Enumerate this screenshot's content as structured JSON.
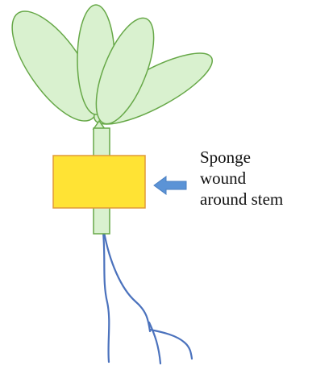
{
  "label": {
    "lines": [
      "Sponge",
      "wound",
      "around stem"
    ]
  },
  "colors": {
    "leaf_fill": "#d9f1cf",
    "leaf_stroke": "#67a848",
    "stem_fill": "#d9f1cf",
    "stem_stroke": "#67a848",
    "sponge_fill": "#ffe334",
    "sponge_stroke": "#e19a38",
    "arrow_fill": "#5b93d6",
    "root_stroke": "#4b72bd"
  },
  "icons": {
    "arrow": "left-arrow-icon"
  }
}
